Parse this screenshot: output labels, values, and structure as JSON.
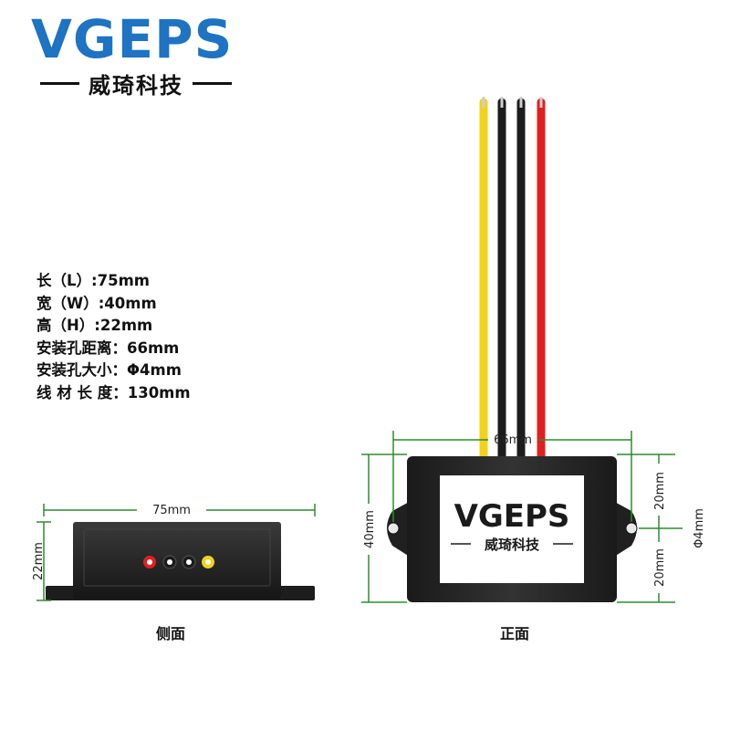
{
  "brand": {
    "name": "VGEPS",
    "subtitle": "威琦科技"
  },
  "specs": [
    "长（L）:75mm",
    "宽（W）:40mm",
    "高（H）:22mm",
    "安装孔距离：66mm",
    "安装孔大小：Φ4mm",
    "线 材 长 度：130mm"
  ],
  "side_view": {
    "caption": "侧面",
    "width_label": "75mm",
    "height_label": "22mm"
  },
  "front_view": {
    "caption": "正面",
    "hole_distance_label": "66mm",
    "height_label": "40mm",
    "top_half_label": "20mm",
    "bottom_half_label": "20mm",
    "hole_label": "Φ4mm",
    "label_brand": "VGEPS",
    "label_sub": "威琦科技"
  },
  "colors": {
    "brand_blue": "#1e73c2",
    "dimension_green": "#2e8b2e",
    "wire_yellow": "#f2d21b",
    "wire_black": "#1c1c1c",
    "wire_red": "#e02020",
    "housing": "#262626"
  }
}
